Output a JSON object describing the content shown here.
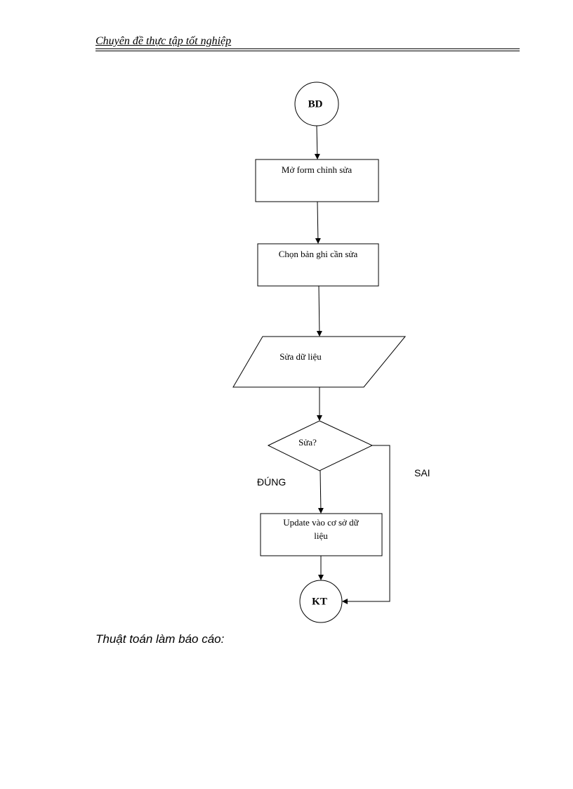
{
  "header": {
    "title": "Chuyên đề thực tập tốt nghiệp"
  },
  "flowchart": {
    "start": "BD",
    "step1": "Mở form  chỉnh  sửa",
    "step2": "Chọn bản ghi cần sửa",
    "input": "Sửa dữ liệu",
    "decision": "Sửa?",
    "yes_label": "ĐÚNG",
    "no_label": "SAI",
    "step3_line1": "Update vào cơ sở dữ",
    "step3_line2": "liệu",
    "end": "KT"
  },
  "footer": {
    "text": "Thuật toán làm báo cáo:"
  }
}
